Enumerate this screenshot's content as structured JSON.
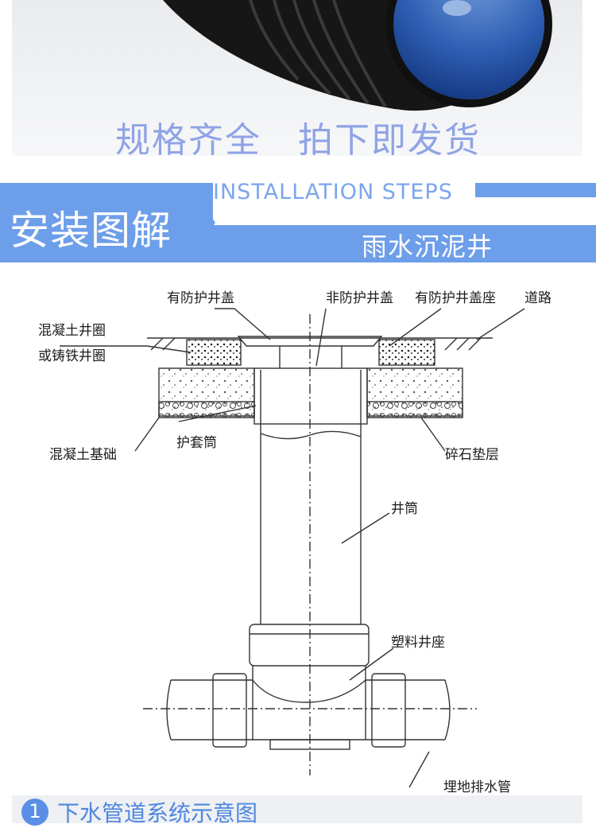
{
  "hero": {
    "slogan_left": "规格齐全",
    "slogan_right": "拍下即发货"
  },
  "banner": {
    "title": "安装图解",
    "english": "INSTALLATION STEPS",
    "subtitle": "雨水沉泥井"
  },
  "diagram": {
    "labels": {
      "cover_protected": "有防护井盖",
      "cover_unprotected": "非防护井盖",
      "cover_seat": "有防护井盖座",
      "road": "道路",
      "concrete_ring": "混凝土井圈",
      "iron_ring": "或铸铁井圈",
      "concrete_base": "混凝土基础",
      "sleeve": "护套筒",
      "gravel": "碎石垫层",
      "shaft": "井筒",
      "plastic_base": "塑料井座",
      "drain_pipe": "埋地排水管"
    }
  },
  "caption": {
    "number": "1",
    "text": "下水管道系统示意图"
  },
  "colors": {
    "accent": "#6d9ee9",
    "caption_blue": "#4f86df"
  }
}
